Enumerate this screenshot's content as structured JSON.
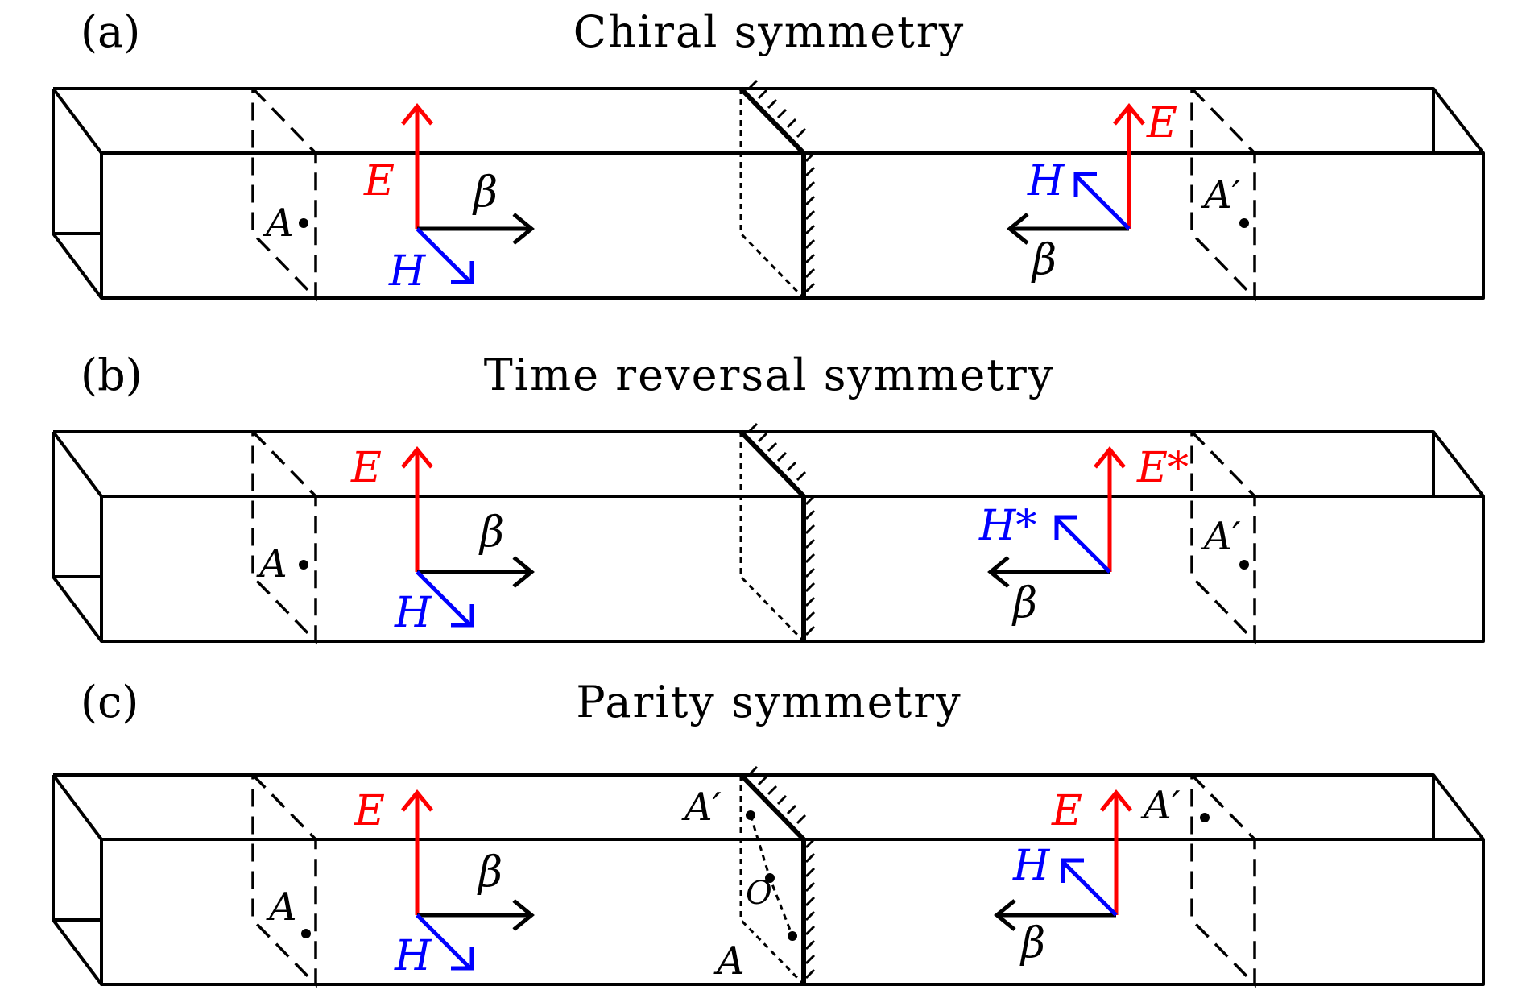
{
  "colors": {
    "electric": "#ff0000",
    "magnetic": "#0000ff",
    "propagation": "#000000"
  },
  "panels": [
    {
      "label": "(a)",
      "title": "Chiral symmetry",
      "left": {
        "E": "E",
        "H": "H",
        "beta": "β",
        "point": "A"
      },
      "right": {
        "E": "E",
        "H": "H",
        "beta": "β",
        "point": "A′"
      }
    },
    {
      "label": "(b)",
      "title": "Time reversal symmetry",
      "left": {
        "E": "E",
        "H": "H",
        "beta": "β",
        "point": "A"
      },
      "right": {
        "E": "E*",
        "H": "H*",
        "beta": "β",
        "point": "A′"
      }
    },
    {
      "label": "(c)",
      "title": "Parity symmetry",
      "left": {
        "E": "E",
        "H": "H",
        "beta": "β",
        "point": "A"
      },
      "right": {
        "E": "E",
        "H": "H",
        "beta": "β",
        "point": "A′"
      },
      "mirror_points": {
        "top": "A′",
        "center": "O",
        "bottom": "A"
      }
    }
  ]
}
